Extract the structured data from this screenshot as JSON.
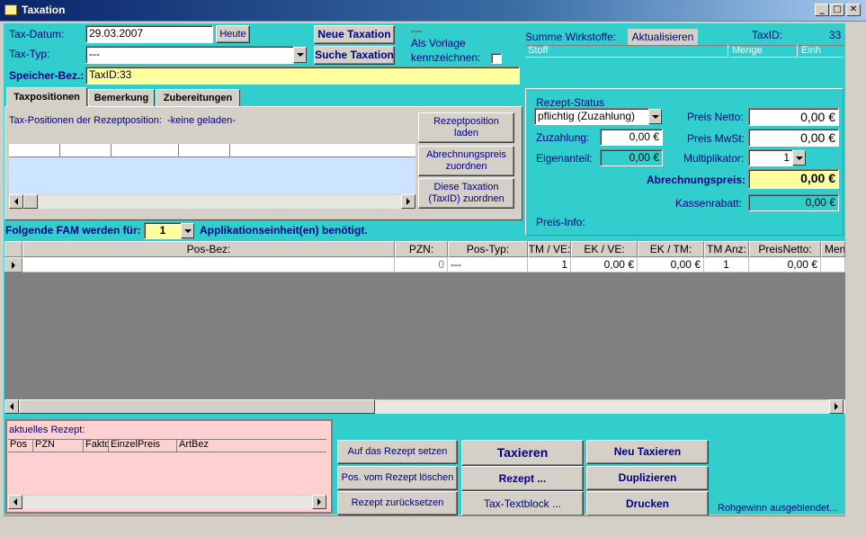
{
  "window": {
    "title": "Taxation"
  },
  "header": {
    "tax_datum_label": "Tax-Datum:",
    "tax_datum_value": "29.03.2007",
    "heute_label": "Heute",
    "tax_typ_label": "Tax-Typ:",
    "tax_typ_value": "---",
    "neue_taxation_label": "Neue Taxation",
    "suche_taxation_label": "Suche Taxation",
    "dashes": "---",
    "als_vorlage_line1": "Als Vorlage",
    "als_vorlage_line2": "kennzeichnen:",
    "speicher_label": "Speicher-Bez.:",
    "speicher_value": "TaxID:33"
  },
  "wirkstoffe": {
    "summe_label": "Summe Wirkstoffe:",
    "aktualisieren_label": "Aktualisieren",
    "taxid_label": "TaxID:",
    "taxid_value": "33",
    "columns": [
      "Stoff",
      "Menge",
      "Einh"
    ]
  },
  "tabs": [
    "Taxpositionen",
    "Bemerkung",
    "Zubereitungen"
  ],
  "taxpos": {
    "caption": "Tax-Positionen der Rezeptposition:",
    "status": "-keine geladen-",
    "btn_rezeptposition_1": "Rezeptposition",
    "btn_rezeptposition_2": "laden",
    "btn_abrechnungspreis_1": "Abrechnungspreis",
    "btn_abrechnungspreis_2": "zuordnen",
    "btn_taxation_1": "Diese Taxation",
    "btn_taxation_2": "(TaxID) zuordnen"
  },
  "rezept": {
    "status_label": "Rezept-Status",
    "status_value": "pflichtig (Zuzahlung)",
    "zuzahlung_label": "Zuzahlung:",
    "zuzahlung_value": "0,00 €",
    "eigenanteil_label": "Eigenanteil:",
    "eigenanteil_value": "0,00 €",
    "preis_netto_label": "Preis Netto:",
    "preis_netto_value": "0,00 €",
    "preis_mwst_label": "Preis MwSt:",
    "preis_mwst_value": "0,00 €",
    "multiplikator_label": "Multiplikator:",
    "multiplikator_value": "1",
    "abrechnungspreis_label": "Abrechnungspreis:",
    "abrechnungspreis_value": "0,00 €",
    "kassenrabatt_label": "Kassenrabatt:",
    "kassenrabatt_value": "0,00 €",
    "preis_info_label": "Preis-Info:"
  },
  "fam": {
    "label_before": "Folgende FAM werden für:",
    "count": "1",
    "label_after": "Applikationseinheit(en) benötigt."
  },
  "grid": {
    "columns": [
      "Pos-Bez:",
      "PZN:",
      "Pos-Typ:",
      "TM / VE:",
      "EK / VE:",
      "EK / TM:",
      "TM Anz:",
      "PreisNetto:",
      "Men"
    ],
    "row": [
      "",
      "0",
      "---",
      "1",
      "0,00 €",
      "0,00 €",
      "1",
      "0,00 €",
      ""
    ]
  },
  "aktuelles": {
    "caption": "aktuelles Rezept:",
    "columns": [
      "Pos",
      "PZN",
      "Fakto",
      "EinzelPreis",
      "ArtBez"
    ]
  },
  "actions": {
    "auf_rezept": "Auf das Rezept setzen",
    "pos_loeschen": "Pos. vom Rezept löschen",
    "rezept_zuruecksetzen": "Rezept zurücksetzen",
    "taxieren": "Taxieren",
    "rezept": "Rezept ...",
    "tax_textblock": "Tax-Textblock ...",
    "neu_taxieren": "Neu Taxieren",
    "duplizieren": "Duplizieren",
    "drucken": "Drucken",
    "rohgewinn": "Rohgewinn ausgeblendet..."
  }
}
